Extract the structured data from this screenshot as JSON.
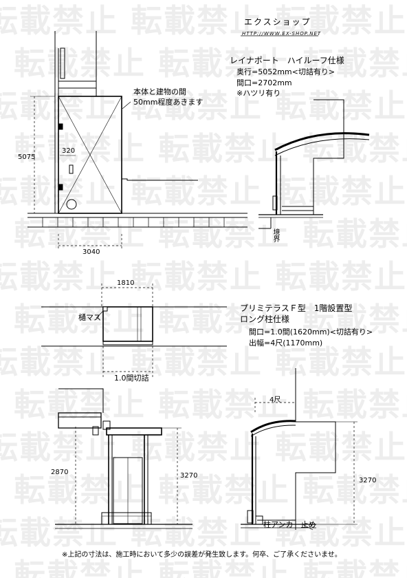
{
  "watermark": {
    "text": "転載禁止"
  },
  "header": {
    "shop_name": "エクスショップ",
    "url": "HTTP://WWW.EX-SHOP.NET"
  },
  "carport": {
    "title": "レイナポート　ハイルーフ仕様",
    "depth": "奥行=5052mm<切詰有り>",
    "width": "間口=2702mm",
    "note": "※ハツリ有り",
    "gap_note_1": "本体と建物の間",
    "gap_note_2": "50mm程度あきます",
    "dim_5075": "5075",
    "dim_320": "320",
    "dim_3040": "3040",
    "boundary_label": "境界"
  },
  "terrace": {
    "title_1": "プリミテラスＦ型　1階設置型",
    "title_2": "ロング柱仕様",
    "width": "間口=1.0間(1620mm)<切詰有り>",
    "depth": "出幅=4尺(1170mm)",
    "dim_1810": "1810",
    "gutter_label": "樋マス",
    "cut_label": "1.0間切詰"
  },
  "elevations": {
    "dim_2870": "2870",
    "dim_3270_front": "3270",
    "dim_4shaku": "4尺",
    "dim_3270_side": "3270",
    "anchor_label": "柱アンカー止め"
  },
  "footer": {
    "note": "※上記の寸法は、施工時において多少の誤差が発生致します。何卒、ご了承くださいませ。"
  }
}
